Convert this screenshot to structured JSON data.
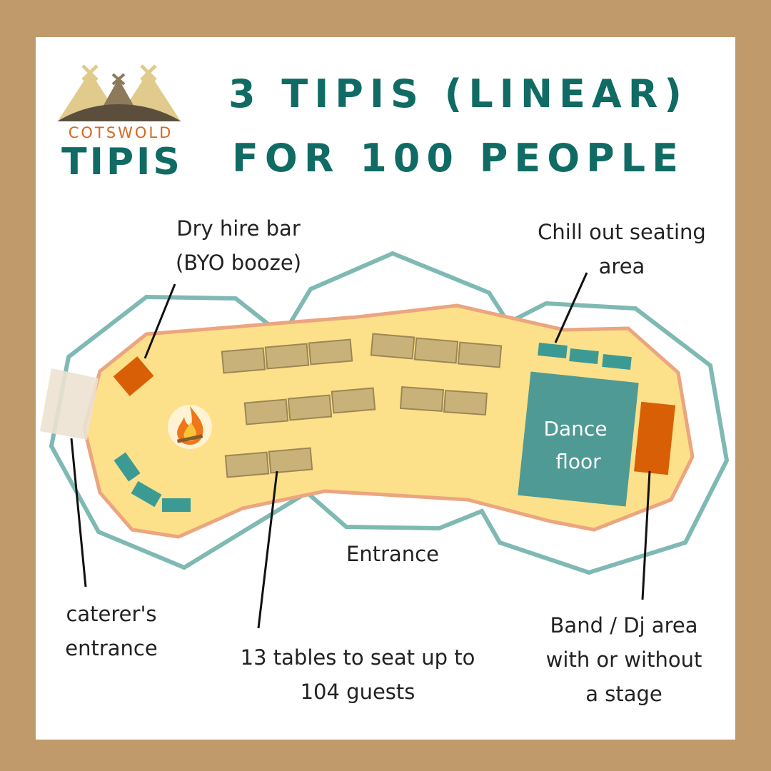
{
  "brand": {
    "name_top": "COTSWOLD",
    "name_main": "TIPIS",
    "colors": {
      "teal": "#0f6b63",
      "orange": "#d9671d",
      "tan": "#c09a6b"
    }
  },
  "title": {
    "line1": "3 TIPIS (LINEAR)",
    "line2": "FOR 100 PEOPLE"
  },
  "labels": {
    "bar": [
      "Dry hire bar",
      "(BYO booze)"
    ],
    "chill": [
      "Chill out seating",
      "area"
    ],
    "dance_floor": [
      "Dance",
      "floor"
    ],
    "entrance": "Entrance",
    "caterer": [
      "caterer's",
      "entrance"
    ],
    "tables": [
      "13 tables to seat up to",
      "104 guests"
    ],
    "band": [
      "Band / Dj area",
      "with or without",
      "a stage"
    ]
  },
  "icons": [
    "tipi-logo-icon",
    "fire-pit-icon"
  ]
}
